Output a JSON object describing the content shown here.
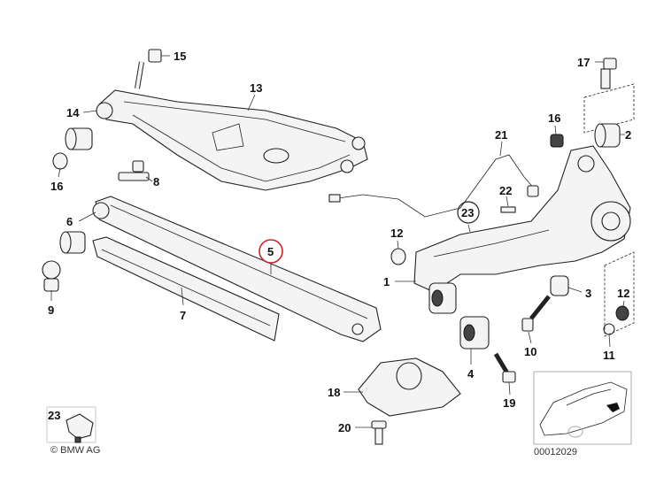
{
  "diagram": {
    "title": "Rear axle trailing arm / control arms parts diagram",
    "highlight_color": "#d0202a",
    "callouts": {
      "c15": "15",
      "c13": "13",
      "c14": "14",
      "c16a": "16",
      "c8": "8",
      "c6": "6",
      "c5": "5",
      "c9": "9",
      "c7": "7",
      "c17": "17",
      "c2": "2",
      "c16b": "16",
      "c21": "21",
      "c22": "22",
      "c23": "23",
      "c12a": "12",
      "c1": "1",
      "c3": "3",
      "c12b": "12",
      "c10": "10",
      "c11": "11",
      "c4": "4",
      "c18": "18",
      "c19": "19",
      "c20": "20"
    },
    "inset_part_label": "23",
    "copyright": "© BMW AG",
    "drawing_number": "00012029"
  }
}
